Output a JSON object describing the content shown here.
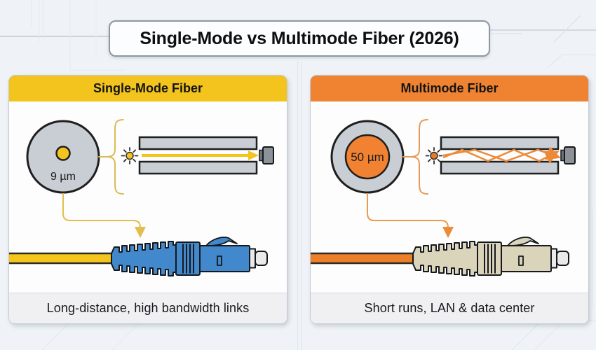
{
  "title": "Single-Mode vs Multimode Fiber (2026)",
  "left_panel": {
    "header": "Single-Mode Fiber",
    "core_label": "9 µm",
    "caption": "Long-distance, high bandwidth links"
  },
  "right_panel": {
    "header": "Multimode Fiber",
    "core_label": "50 µm",
    "caption": "Short runs, LAN & data center"
  },
  "colors": {
    "background": "#EFF3F7",
    "single_mode_accent": "#F2C41D",
    "multimode_accent": "#EF8332",
    "cladding_gray": "#C9CED4",
    "connector_blue": "#4189CC",
    "connector_beige": "#DAD4BB",
    "single_mode_cable": "#F3C51D",
    "multimode_cable": "#EC7F27",
    "ray_yellow": "#F2C41D",
    "ray_orange": "#EC8A38"
  }
}
